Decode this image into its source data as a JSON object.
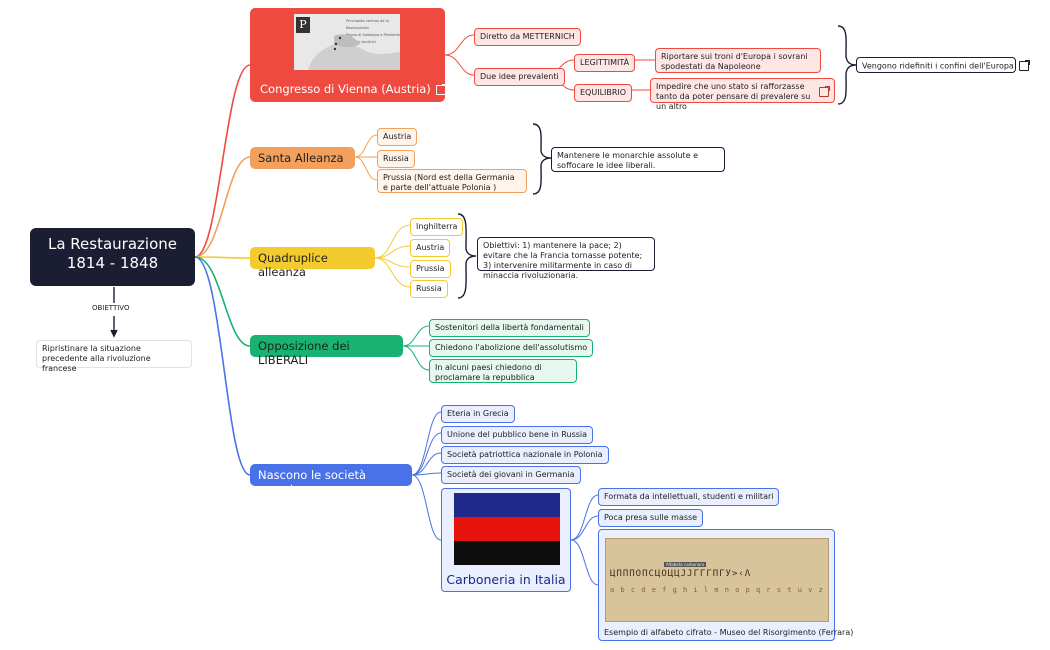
{
  "root": {
    "line1": "La Restaurazione",
    "line2": "1814 - 1848"
  },
  "obiettivo": {
    "label": "OBIETTIVO",
    "text": "Ripristinare la situazione precedente alla rivoluzione francese"
  },
  "congresso": {
    "title": "Congresso di Vienna (Austria)",
    "map_legend": [
      "Principales centros de la Restauración",
      "Regno di Sardegna e Piemonte",
      "Potenze vincitrici"
    ],
    "map_letter": "P",
    "diretto": "Diretto da METTERNICH",
    "idee": "Due idee prevalenti",
    "legittimita": "LEGITTIMITÀ",
    "legittimita_text": "Riportare sui troni d'Europa i sovrani spodestati da Napoleone",
    "equilibrio": "EQUILIBRIO",
    "equilibrio_text": "Impedire che uno stato si rafforzasse tanto da poter pensare di prevalere su un altro",
    "summary": "Vengono ridefiniti i confini dell'Europa"
  },
  "santa": {
    "title": "Santa Alleanza",
    "items": [
      "Austria",
      "Russia",
      "Prussia (Nord est della Germania e parte dell'attuale Polonia )"
    ],
    "summary": "Mantenere le monarchie assolute e soffocare le idee liberali."
  },
  "quadruplice": {
    "title": "Quadruplice alleanza",
    "items": [
      "Inghilterra",
      "Austria",
      "Prussia",
      "Russia"
    ],
    "summary": "Obiettivi: 1) mantenere la pace; 2) evitare che la Francia tornasse potente; 3) intervenire militarmente in caso di minaccia rivoluzionaria."
  },
  "liberali": {
    "title": "Opposizione dei LIBERALI",
    "items": [
      "Sostenitori della libertà fondamentali",
      "Chiedono l'abolizione dell'assolutismo",
      "In alcuni paesi chiedono di proclamare la repubblica"
    ]
  },
  "segrete": {
    "title": "Nascono le società segrete",
    "items": [
      "Eteria in Grecia",
      "Unione del pubblico bene in Russia",
      "Società patriottica nazionale in Polonia",
      "Società dei giovani in Germania"
    ],
    "carboneria": {
      "title": "Carboneria in Italia",
      "details": [
        "Formata da intellettuali, studenti e militari",
        "Poca presa sulle masse"
      ],
      "image_caption": "Esempio di alfabeto cifrato - Museo del Risorgimento (Ferrara)",
      "cipher_tag": "Alfabeto carbonaro",
      "cipher_rows": [
        "ЦПППОПСЦОЦЦЈЈГГГПГУ>‹Λ",
        "a b c d e f g h i l m n o p q r s t u v z"
      ]
    }
  },
  "colors": {
    "root": "#1b1d33",
    "red": "#ef4a3f",
    "orange": "#f2a05c",
    "yellow": "#f3cb2e",
    "green": "#18b371",
    "blue": "#4a72e8",
    "flag": [
      "#1d2a8a",
      "#e8120c",
      "#0d0d0d"
    ]
  }
}
